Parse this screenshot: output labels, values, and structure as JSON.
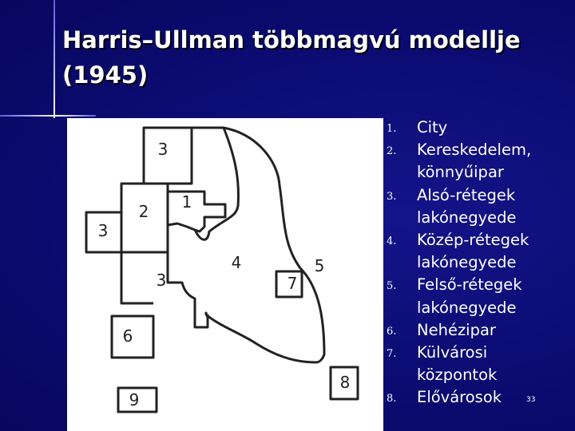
{
  "title": "Harris–Ullman többmagvú modellje (1945)",
  "diagram": {
    "zone_labels": [
      "3",
      "2",
      "1",
      "3",
      "3",
      "4",
      "5",
      "7",
      "6",
      "8",
      "9"
    ]
  },
  "legend": [
    {
      "num": "1.",
      "text": "City"
    },
    {
      "num": "2.",
      "text": "Kereskedelem, könnyűipar"
    },
    {
      "num": "3.",
      "text": "Alsó-rétegek lakónegyede"
    },
    {
      "num": "4.",
      "text": "Közép-rétegek lakónegyede"
    },
    {
      "num": "5.",
      "text": "Felső-rétegek lakónegyede"
    },
    {
      "num": "6.",
      "text": "Nehézipar"
    },
    {
      "num": "7.",
      "text": "Külvárosi központok"
    },
    {
      "num": "8.",
      "text": "Elővárosok"
    }
  ],
  "page_number": "33",
  "colors": {
    "background": "#0b0b72",
    "text": "#ffffff",
    "diagram_ink": "#222222"
  }
}
